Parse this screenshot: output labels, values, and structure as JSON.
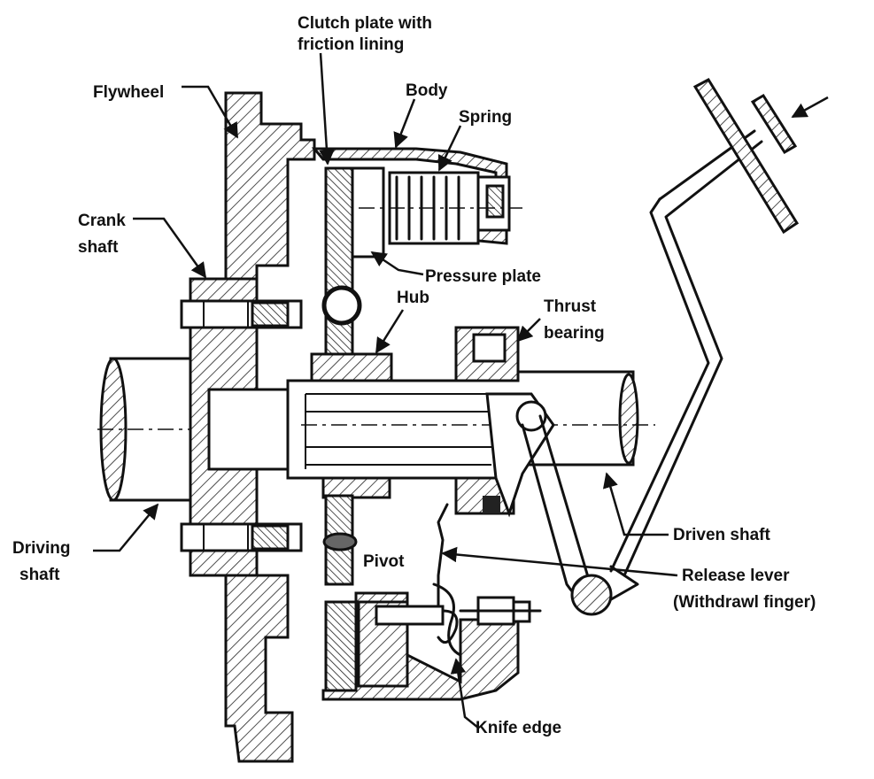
{
  "labels": {
    "clutch_plate": [
      "Clutch plate with",
      "friction lining"
    ],
    "flywheel": "Flywheel",
    "body": "Body",
    "spring": "Spring",
    "crank_shaft": [
      "Crank",
      "shaft"
    ],
    "pressure_plate": "Pressure plate",
    "hub": "Hub",
    "thrust_bearing": [
      "Thrust",
      "bearing"
    ],
    "driving_shaft": [
      "Driving",
      "shaft"
    ],
    "driven_shaft": "Driven shaft",
    "pivot": "Pivot",
    "release_lever": [
      "Release lever",
      "(Withdrawl finger)"
    ],
    "knife_edge": "Knife edge"
  }
}
